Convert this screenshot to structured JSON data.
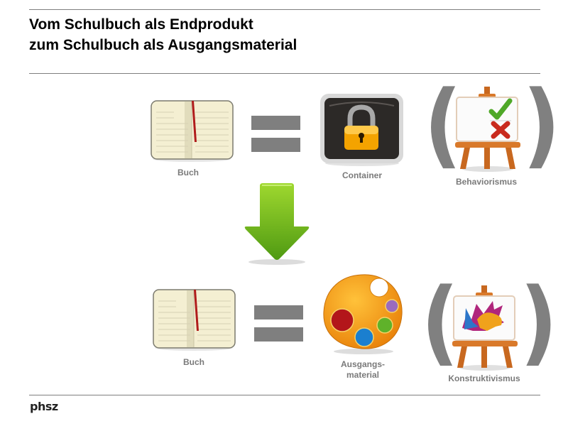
{
  "slide": {
    "title_line1": "Vom Schulbuch als Endprodukt",
    "title_line2": "zum Schulbuch als Ausgangsmaterial",
    "footer_logo": "phsz"
  },
  "top_row": {
    "left": {
      "icon": "open-book-icon",
      "label": "Buch"
    },
    "operator": "equals",
    "right": {
      "icon": "padlock-icon",
      "label": "Container"
    },
    "theory": {
      "icon": "easel-checklist-icon",
      "label": "Behaviorismus",
      "parens": [
        "(",
        ")"
      ]
    }
  },
  "transition": {
    "icon": "arrow-down-icon"
  },
  "bottom_row": {
    "left": {
      "icon": "open-book-icon",
      "label": "Buch"
    },
    "operator": "equals",
    "right": {
      "icon": "paint-palette-icon",
      "label_line1": "Ausgangs-",
      "label_line2": "material"
    },
    "theory": {
      "icon": "easel-painting-icon",
      "label": "Konstruktivismus",
      "parens": [
        "(",
        ")"
      ]
    }
  },
  "colors": {
    "rule": "#7f7f7f",
    "label": "#7a7a7a",
    "equals": "#7f7f7f",
    "arrow_green": "#7cc21e",
    "lock_orange": "#f5a300",
    "palette_orange": "#f39a12"
  }
}
